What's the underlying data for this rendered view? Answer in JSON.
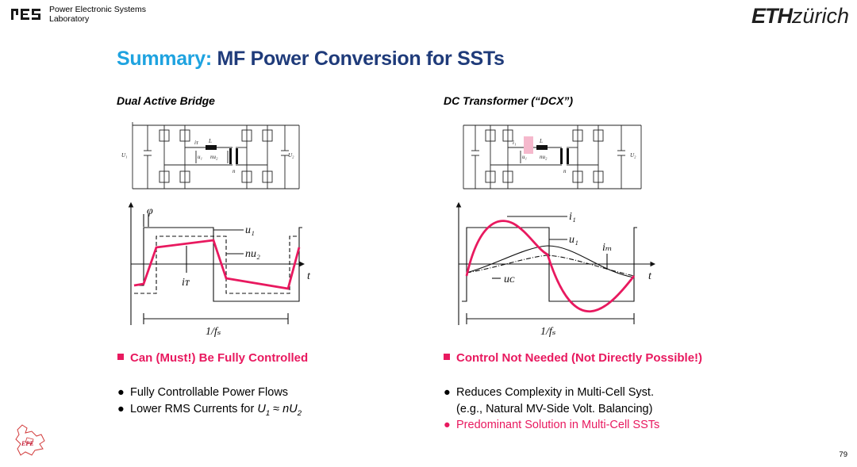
{
  "header": {
    "lab_line1": "Power Electronic Systems",
    "lab_line2": "Laboratory",
    "eth_bold": "ETH",
    "eth_light": "zürich"
  },
  "title": {
    "part1": "Summary:",
    "part2": "MF Power Conversion for SSTs"
  },
  "left": {
    "heading": "Dual Active Bridge",
    "circuit_labels": {
      "v_in": "U₁",
      "v_out": "U₂",
      "inductor": "L",
      "current": "iᴛ",
      "u1": "u₁",
      "nu2": "nu₂",
      "n": "n"
    },
    "wave_labels": {
      "phi": "φ",
      "u1": "u₁",
      "nu2": "nu₂",
      "t": "t",
      "iT": "iᴛ",
      "period": "1/fₛ"
    },
    "keypoint": "Can (Must!) Be Fully Controlled",
    "bullets": [
      {
        "dot": "●",
        "text": "Fully Controllable Power Flows"
      },
      {
        "dot": "●",
        "pre": "Lower RMS Currents for ",
        "u1": "U",
        "s1": "1",
        "mid": " ≈ ",
        "nu2": "nU",
        "s2": "2"
      }
    ]
  },
  "right": {
    "heading": "DC Transformer (“DCX”)",
    "circuit_labels": {
      "v_in": "U₁",
      "v_out": "U₂",
      "inductor": "L",
      "current": "i₁",
      "u1": "u₁",
      "nu2": "nu₂",
      "n": "n"
    },
    "wave_labels": {
      "i1": "i₁",
      "u1": "u₁",
      "iM": "iₘ",
      "t": "t",
      "uC": "uᴄ",
      "period": "1/fₛ"
    },
    "keypoint": "Control Not Needed (Not Directly Possible!)",
    "bullets": [
      {
        "dot": "●",
        "text": "Reduces Complexity in Multi-Cell Syst."
      },
      {
        "dot": "",
        "text": "(e.g., Natural MV-Side Volt. Balancing)"
      },
      {
        "dot": "●",
        "text": "Predominant Solution in Multi-Cell SSTs"
      }
    ]
  },
  "footer": {
    "page_number": "79",
    "logo_text": "EPE"
  },
  "colors": {
    "title_accent": "#1fa3e0",
    "title_main": "#1f3b7a",
    "highlight": "#e8195f"
  }
}
